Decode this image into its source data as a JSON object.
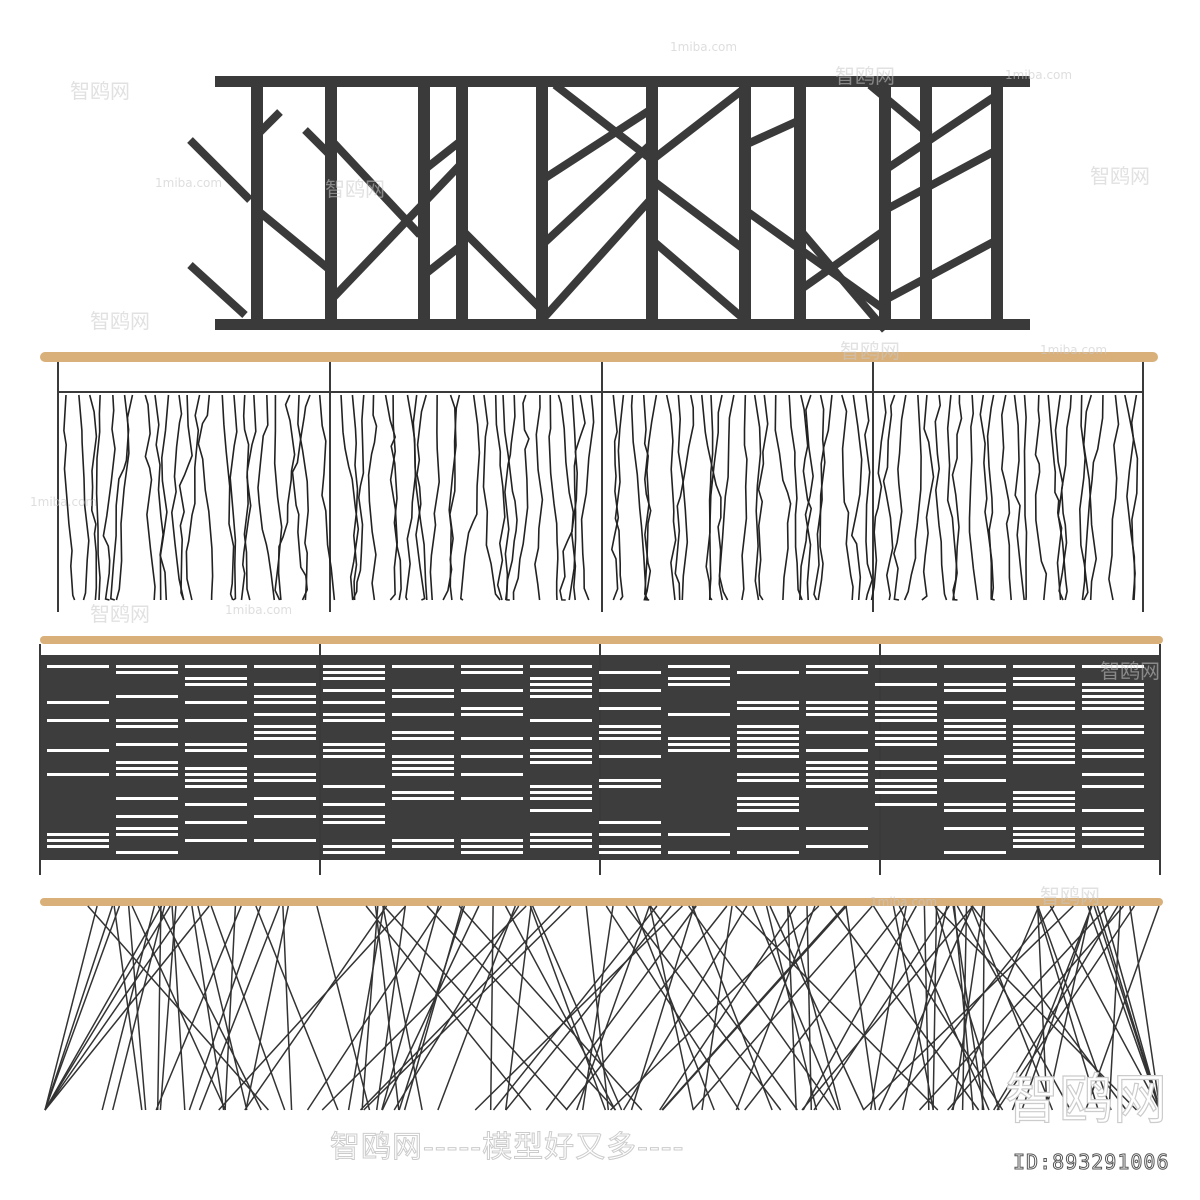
{
  "colors": {
    "metal": "#3a3a3a",
    "wood": "#d9b07a",
    "panel": "#3d3d3d",
    "background": "#ffffff"
  },
  "railings": [
    {
      "style": "branch-pattern metal railing"
    },
    {
      "style": "wavy vertical bar railing with wooden handrail"
    },
    {
      "style": "perforated metal panel railing with wooden handrail"
    },
    {
      "style": "crossed diagonal rod railing with wooden handrail"
    }
  ],
  "watermarks": {
    "brand": "智鸥网",
    "site": "1miba.com",
    "slogan": "智鸥网-----模型好又多----",
    "id": "ID:893291006"
  }
}
